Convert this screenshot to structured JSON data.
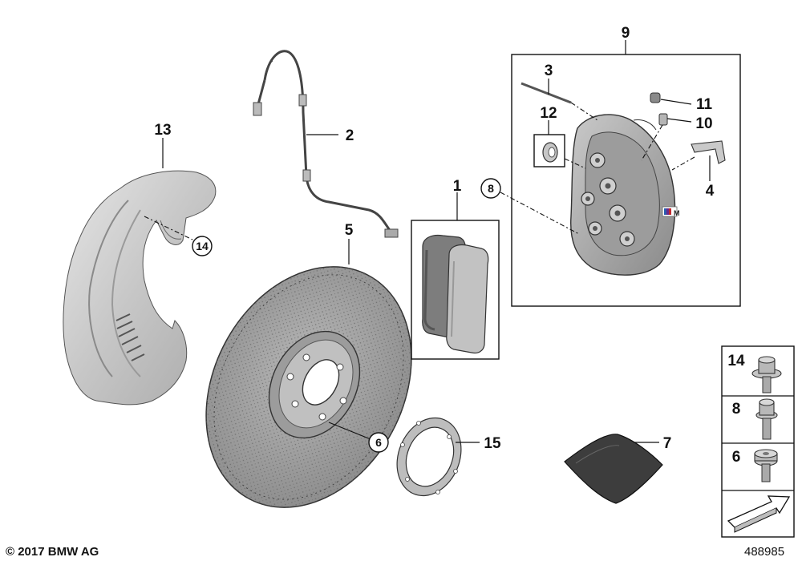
{
  "labels": {
    "l1": "1",
    "l2": "2",
    "l3": "3",
    "l4": "4",
    "l5": "5",
    "l6": "6",
    "l7": "7",
    "l8": "8",
    "l9": "9",
    "l10": "10",
    "l11": "11",
    "l12": "12",
    "l13": "13",
    "l14": "14",
    "l15": "15"
  },
  "legend": {
    "item_14": "14",
    "item_8": "8",
    "item_6": "6"
  },
  "footer": {
    "copyright": "© 2017 BMW AG",
    "diagram_number": "488985"
  },
  "colors": {
    "metal_light": "#d4d4d4",
    "metal_mid": "#a9a9a9",
    "metal_dark": "#7b7b7b",
    "line": "#111111"
  }
}
